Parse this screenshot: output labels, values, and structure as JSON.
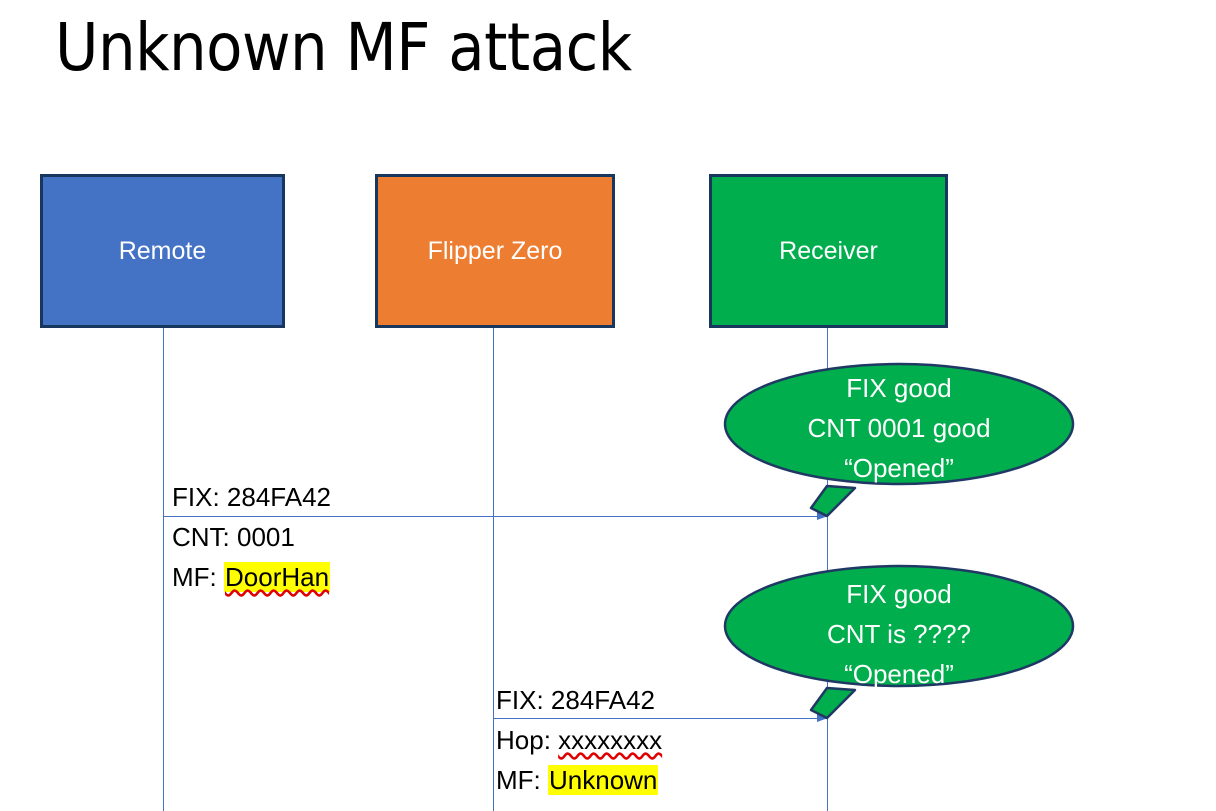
{
  "slide": {
    "title": "Unknown MF attack",
    "background_color": "#FFFFFF"
  },
  "colors": {
    "remote_box": "#4472C4",
    "flipper_box": "#ED7D31",
    "receiver_box": "#00AE4D",
    "box_border": "#17375E",
    "lifeline": "#4472C4",
    "arrow": "#4472C4",
    "callout_fill": "#00AE4D",
    "callout_border": "#1F3864",
    "highlight": "#FFFF00",
    "spellcheck_underline": "#E00000",
    "text": "#000000",
    "box_label_text": "#FFFFFF"
  },
  "actors": [
    {
      "id": "remote",
      "label": "Remote",
      "color": "#4472C4"
    },
    {
      "id": "flipper",
      "label": "Flipper Zero",
      "color": "#ED7D31"
    },
    {
      "id": "receiver",
      "label": "Receiver",
      "color": "#00AE4D"
    }
  ],
  "messages": [
    {
      "id": "msg1",
      "from": "remote",
      "to": "receiver",
      "line1": "FIX: 284FA42",
      "line2": "CNT: 0001",
      "line3_label": "MF: ",
      "line3_value": "DoorHan",
      "line3_highlighted": true,
      "line3_spellchecked": true
    },
    {
      "id": "msg2",
      "from": "flipper",
      "to": "receiver",
      "line1": "FIX: 284FA42",
      "line2_label": "Hop: ",
      "line2_value": "xxxxxxxx",
      "line2_spellchecked": true,
      "line3_label": "MF: ",
      "line3_value": "Unknown",
      "line3_highlighted": true
    }
  ],
  "callouts": [
    {
      "id": "callout1",
      "attached_to": "receiver",
      "line1": "FIX good",
      "line2": "CNT 0001 good",
      "line3": "“Opened”"
    },
    {
      "id": "callout2",
      "attached_to": "receiver",
      "line1": "FIX good",
      "line2": "CNT is ????",
      "line3": "“Opened”"
    }
  ]
}
